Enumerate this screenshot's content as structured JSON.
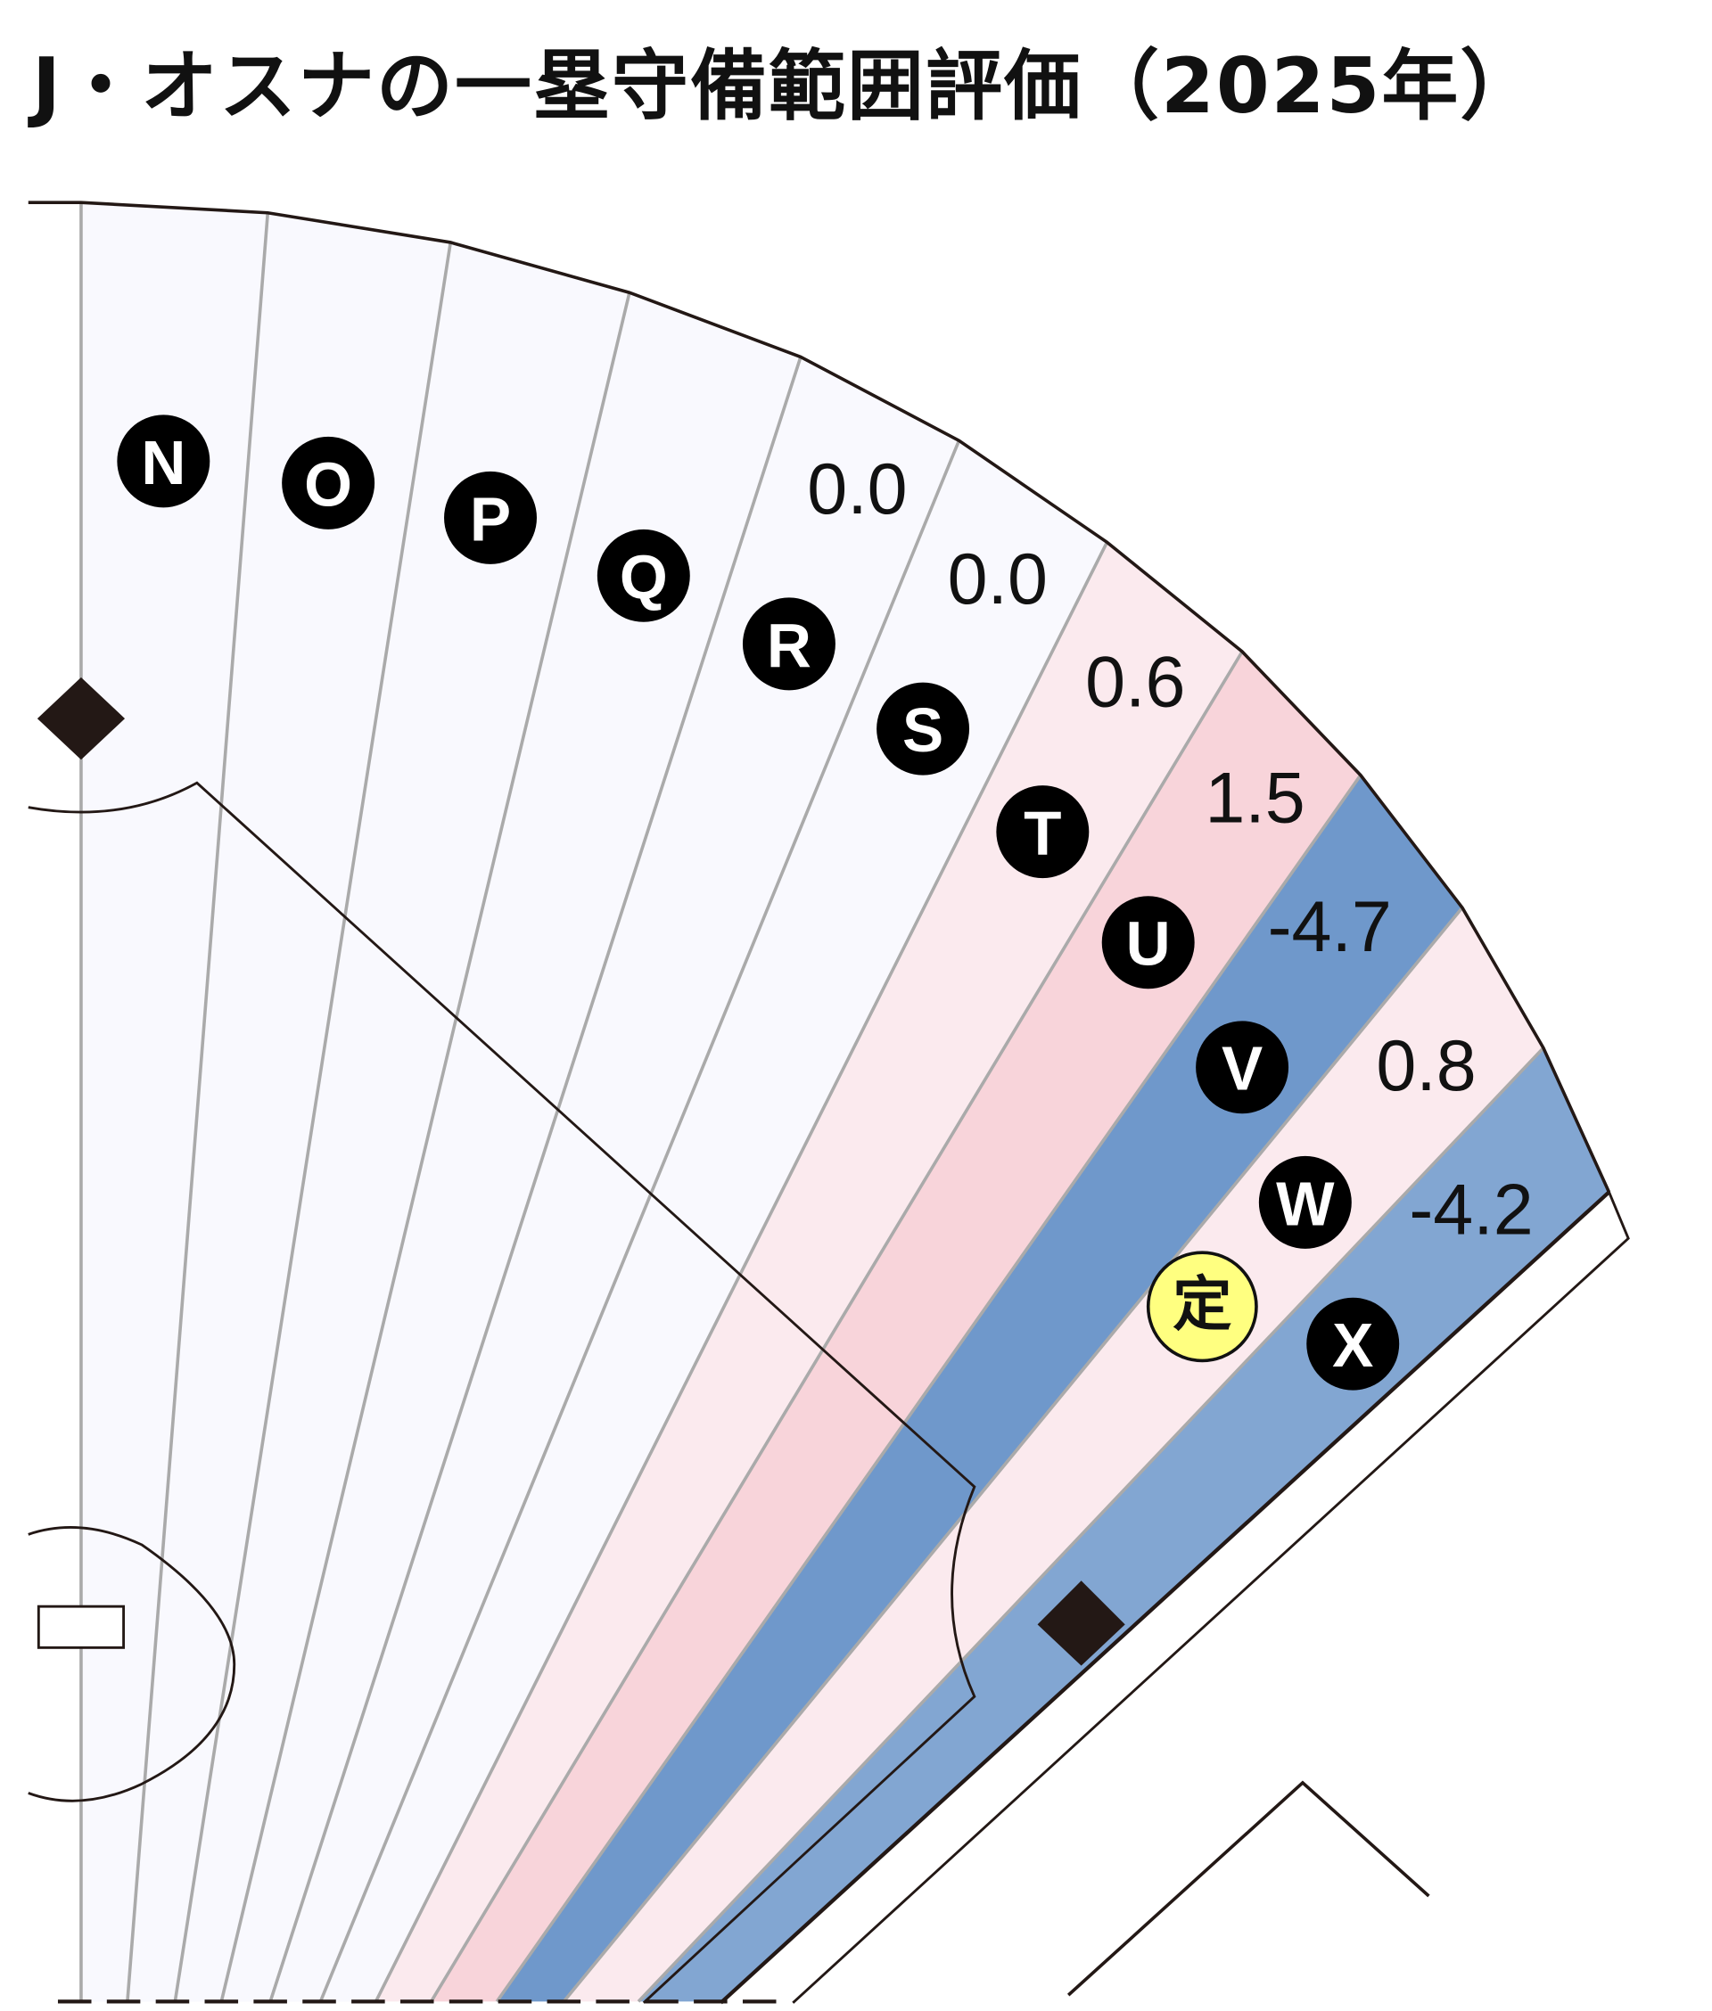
{
  "title": "J・オスナの一塁守備範囲評価（2025年）",
  "colors": {
    "neutral": "#f9f9fe",
    "light_pink": "#fbeaee",
    "pink": "#f8d4da",
    "blue": "#6f98cb",
    "light_blue": "#82a6d2",
    "marker_yellow": "#ffff80",
    "line_dark": "#231815",
    "line_grey": "#aaaaaa"
  },
  "zones": [
    {
      "letter": "N",
      "value": null,
      "color": "neutral"
    },
    {
      "letter": "O",
      "value": null,
      "color": "neutral"
    },
    {
      "letter": "P",
      "value": null,
      "color": "neutral"
    },
    {
      "letter": "Q",
      "value": null,
      "color": "neutral"
    },
    {
      "letter": "R",
      "value": "0.0",
      "color": "neutral"
    },
    {
      "letter": "S",
      "value": "0.0",
      "color": "neutral"
    },
    {
      "letter": "T",
      "value": "0.6",
      "color": "light_pink"
    },
    {
      "letter": "U",
      "value": "1.5",
      "color": "pink"
    },
    {
      "letter": "V",
      "value": "-4.7",
      "color": "blue"
    },
    {
      "letter": "W",
      "value": "0.8",
      "color": "light_pink"
    },
    {
      "letter": "X",
      "value": "-4.2",
      "color": "light_blue"
    }
  ],
  "marker": {
    "label": "定"
  }
}
